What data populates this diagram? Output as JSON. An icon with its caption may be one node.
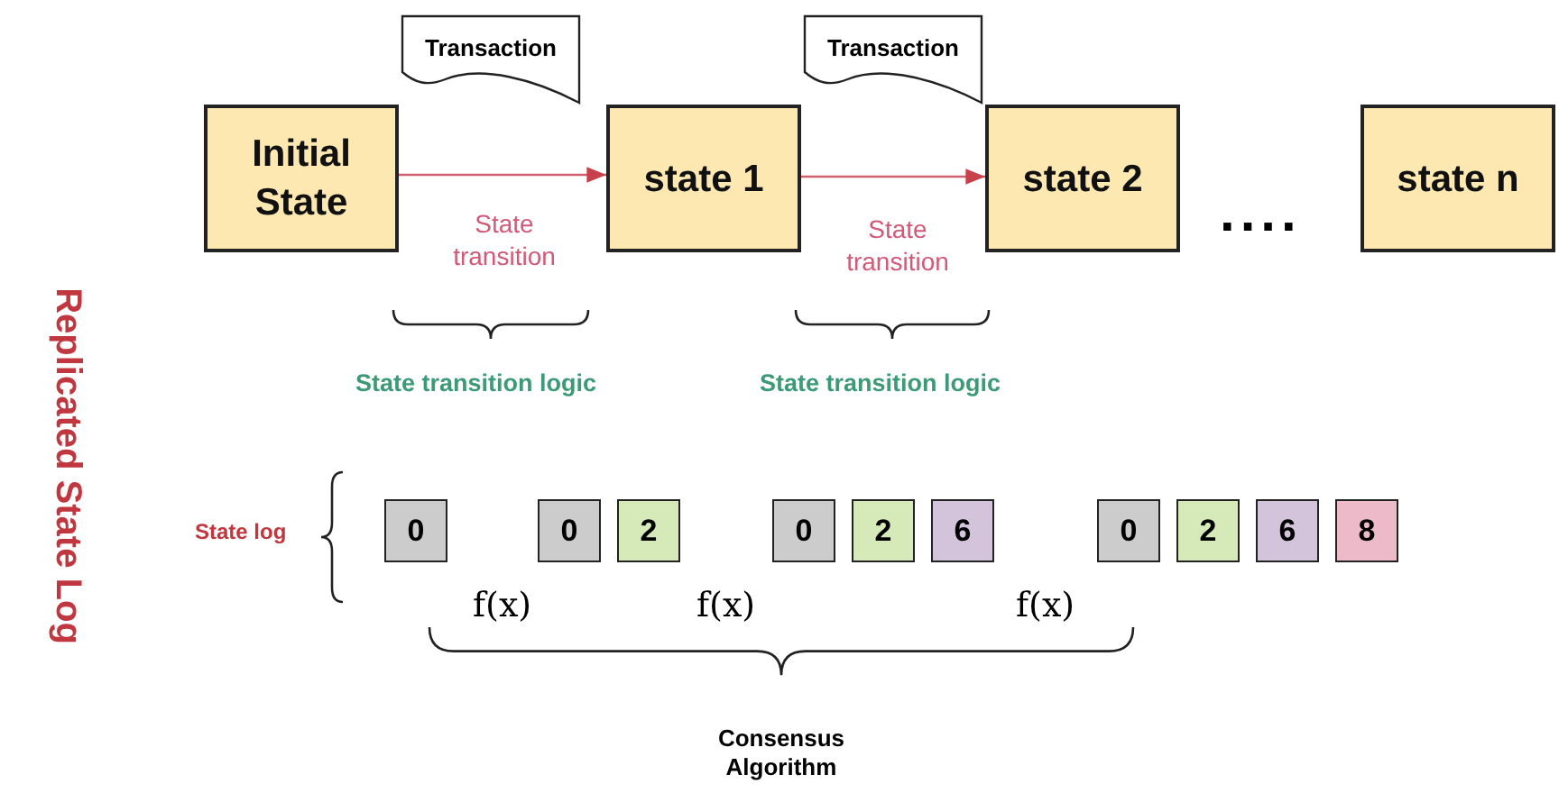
{
  "diagram": {
    "nodes": [
      {
        "text": [
          "Initial State"
        ]
      },
      {
        "text": [
          "state 1"
        ]
      },
      {
        "text": [
          "state 2"
        ]
      },
      {
        "text": [
          "state n"
        ]
      },
      {
        "text": [
          "Transaction"
        ]
      },
      {
        "text": [
          "Transaction"
        ]
      },
      {
        "text": [
          "0"
        ]
      },
      {
        "text": [
          "0"
        ]
      },
      {
        "text": [
          "2"
        ]
      },
      {
        "text": [
          "0"
        ]
      },
      {
        "text": [
          "2"
        ]
      },
      {
        "text": [
          "6"
        ]
      },
      {
        "text": [
          "0"
        ]
      },
      {
        "text": [
          "2"
        ]
      },
      {
        "text": [
          "6"
        ]
      },
      {
        "text": [
          "8"
        ]
      }
    ],
    "edges": [
      {
        "from": 0,
        "to": 1,
        "arrow": "to",
        "label": "State transition"
      },
      {
        "from": 1,
        "to": 2,
        "arrow": "to",
        "label": "State transition"
      }
    ],
    "labels": [
      "....",
      "State transition logic",
      "State transition logic",
      "Replicated State Log",
      "State log",
      "f(x)",
      "f(x)",
      "f(x)",
      "Consensus Algorithm"
    ]
  }
}
